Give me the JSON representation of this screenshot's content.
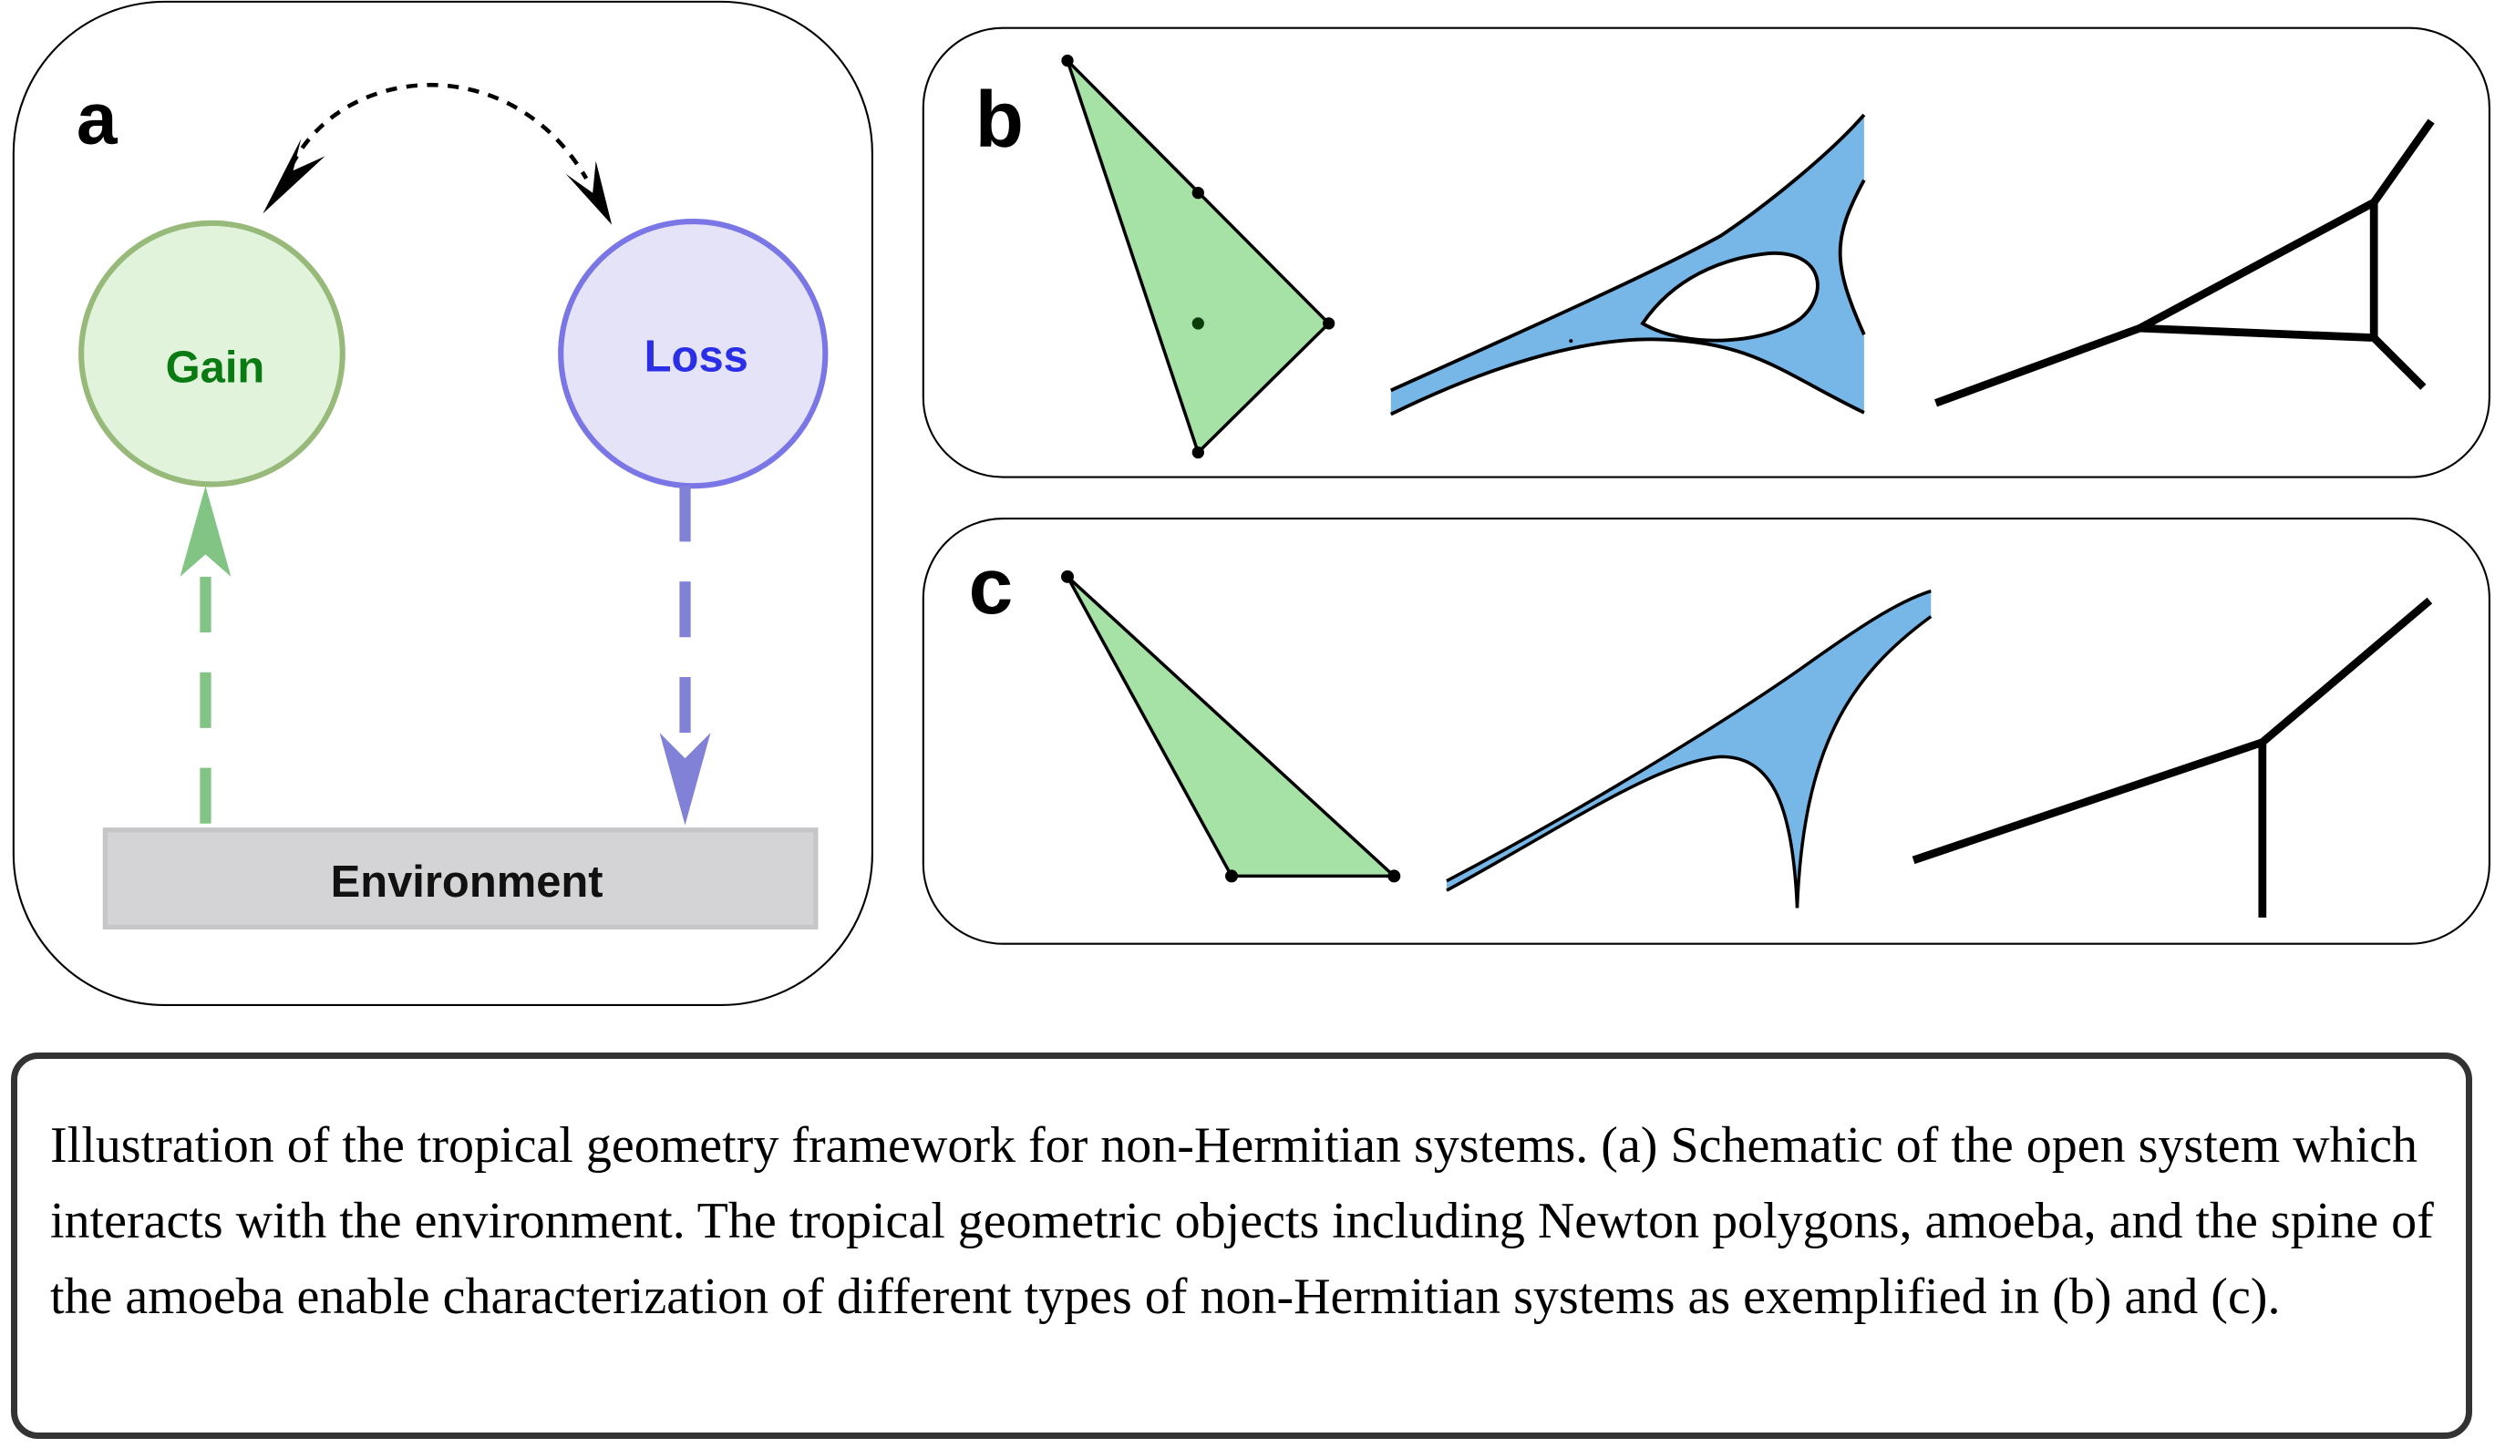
{
  "figure": {
    "panel_a": {
      "label": "a",
      "gain_label": "Gain",
      "loss_label": "Loss",
      "environment_label": "Environment",
      "colors": {
        "gain_fill": "#e2f3dc",
        "gain_stroke": "#97b97a",
        "gain_text": "#0a7a12",
        "gain_arrow": "#82c483",
        "loss_fill": "#e4e3f8",
        "loss_stroke": "#7b76e6",
        "loss_text": "#2a2ee6",
        "loss_arrow": "#8181d8",
        "environment_fill": "#d4d4d6",
        "environment_stroke": "#c6c6c8"
      }
    },
    "panel_b": {
      "label": "b",
      "items": [
        "Newton polygon",
        "amoeba",
        "spine of the amoeba"
      ],
      "colors": {
        "polygon_fill": "#a6e1a6",
        "amoeba_fill": "#77b7e8",
        "interior_point": "#0b3d0b"
      }
    },
    "panel_c": {
      "label": "c",
      "items": [
        "Newton polygon",
        "amoeba",
        "spine of the amoeba"
      ],
      "colors": {
        "polygon_fill": "#a6e1a6",
        "amoeba_fill": "#77b7e8"
      }
    }
  },
  "caption": {
    "text": "Illustration of the tropical geometry framework for non-Hermitian systems. (a) Schematic of the open system which interacts with the environment. The tropical geometric objects including Newton polygons, amoeba, and the spine of the amoeba enable characterization of different types of non-Hermitian systems as exemplified in (b) and (c)."
  }
}
